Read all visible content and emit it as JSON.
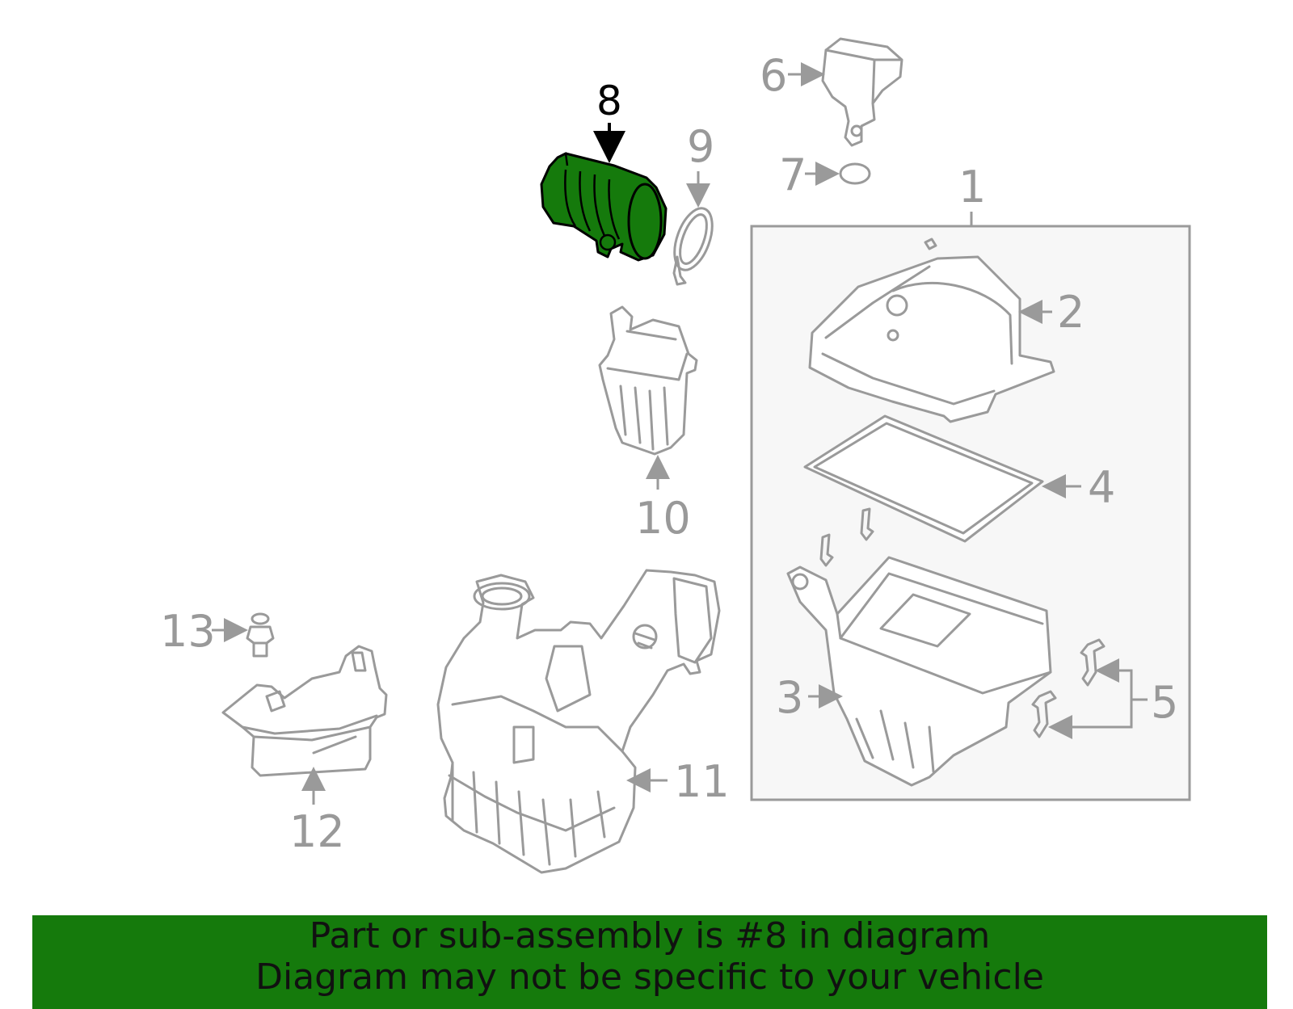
{
  "colors": {
    "highlight": "#157a0c",
    "banner": "#157a0c",
    "linework": "#9a9a9a",
    "box_fill": "#f7f7f7"
  },
  "labels": {
    "p1": "1",
    "p2": "2",
    "p3": "3",
    "p4": "4",
    "p5": "5",
    "p6": "6",
    "p7": "7",
    "p8": "8",
    "p9": "9",
    "p10": "10",
    "p11": "11",
    "p12": "12",
    "p13": "13"
  },
  "banner": {
    "line1": "Part or sub-assembly is #8 in diagram",
    "line2": "Diagram may not be specific to your vehicle"
  }
}
